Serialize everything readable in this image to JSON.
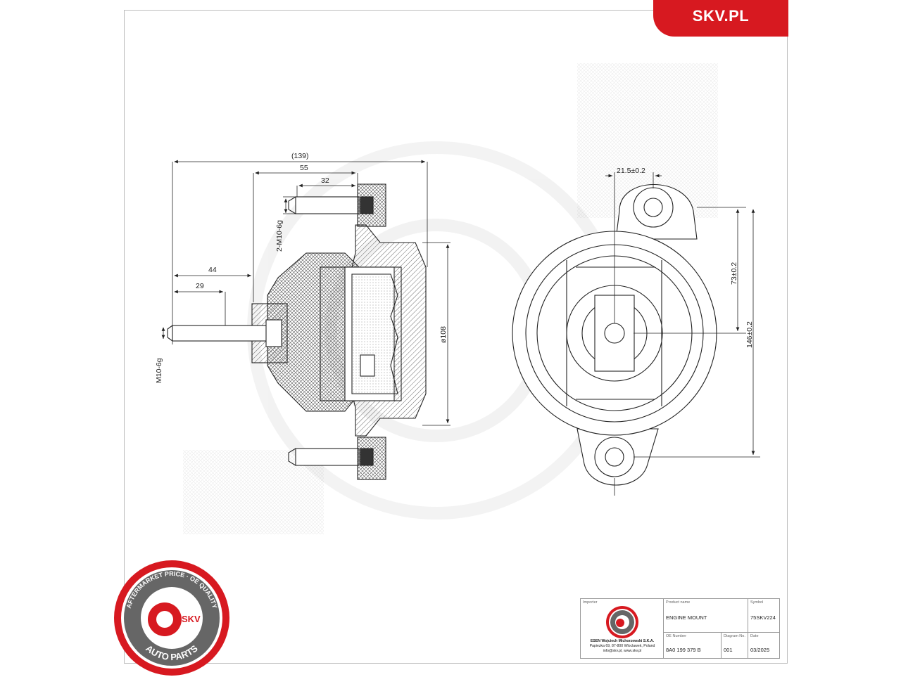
{
  "brand": {
    "label": "SKV.PL",
    "accent": "#d71920"
  },
  "seal": {
    "ring_text_top": "AFTERMARKET PRICE · OE QUALITY",
    "ring_text_bottom": "AUTO PARTS",
    "center": "SKV"
  },
  "drawing": {
    "side_view": {
      "dim_overall": "(139)",
      "dim_55": "55",
      "dim_32": "32",
      "dim_44": "44",
      "dim_29": "29",
      "thread_top": "2-M10-6g",
      "thread_stud": "M10-6g",
      "diameter": "ø108"
    },
    "front_view": {
      "dim_offset": "21.5±0.2",
      "dim_73": "73±0.2",
      "dim_146": "146±0.2"
    }
  },
  "title_block": {
    "importer_label": "Importer",
    "importer_line1": "ESEN Wojciech Michorzewski S.K.A.",
    "importer_line2": "Papiezka 69, 87-800 Wloclawek, Poland",
    "importer_line3": "info@skv.pl, www.skv.pl",
    "product_label": "Product name",
    "product_value": "ENGINE MOUNT",
    "symbol_label": "Symbol",
    "symbol_value": "75SKV224",
    "oe_label": "OE Number",
    "oe_value": "8A0 199 379 B",
    "diagram_label": "Diagram No.",
    "diagram_value": "001",
    "date_label": "Date",
    "date_value": "03/2025"
  }
}
